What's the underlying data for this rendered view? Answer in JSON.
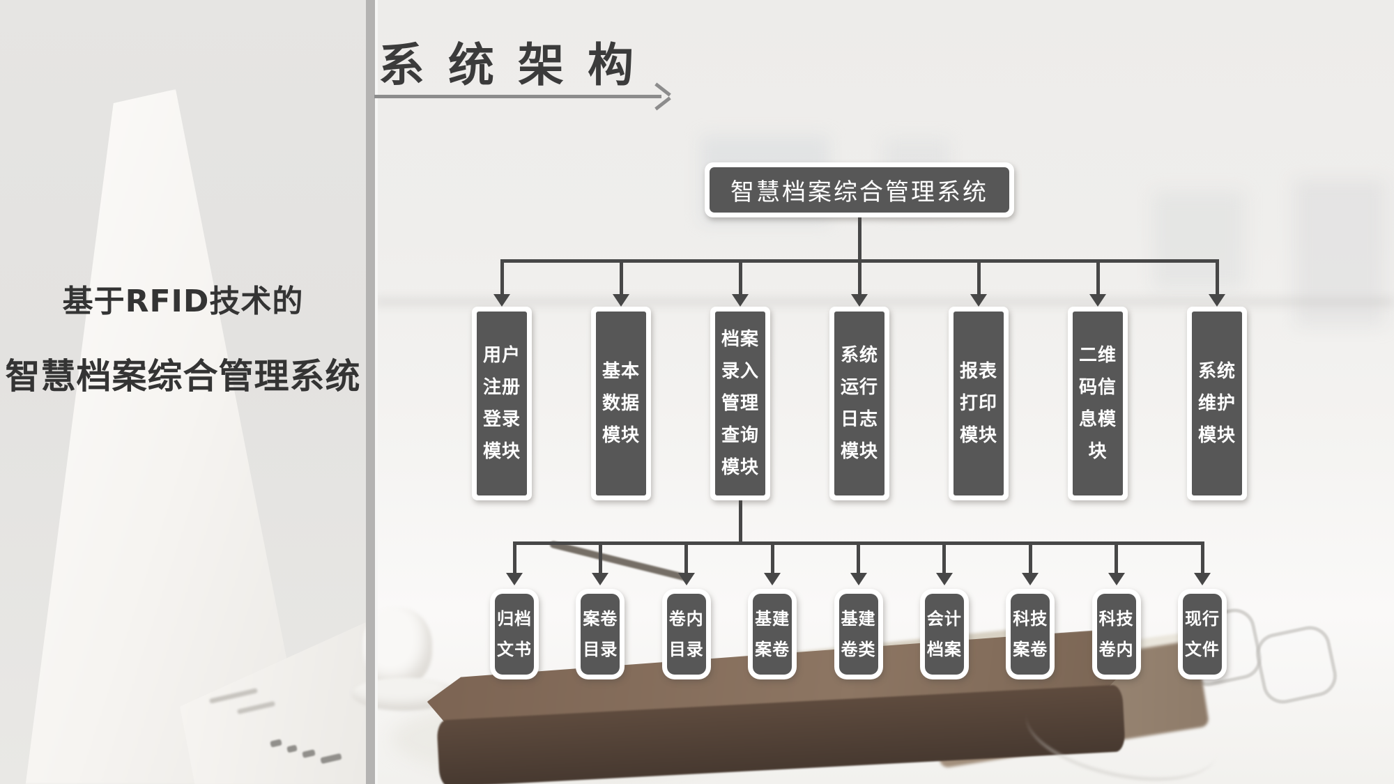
{
  "left_panel": {
    "title_line1": "基于RFID技术的",
    "title_line2": "智慧档案综合管理系统"
  },
  "header": {
    "title": "系统架构"
  },
  "diagram": {
    "root_label": "智慧档案综合管理系统",
    "level1_modules": [
      {
        "label": "用户注册登录模块"
      },
      {
        "label": "基本数据模块"
      },
      {
        "label": "档案录入管理查询模块"
      },
      {
        "label": "系统运行日志模块"
      },
      {
        "label": "报表打印模块"
      },
      {
        "label": "二维码信息模块"
      },
      {
        "label": "系统维护模块"
      }
    ],
    "level2_parent": "档案录入管理查询模块",
    "level2_modules": [
      {
        "label": "归档文书"
      },
      {
        "label": "案卷目录"
      },
      {
        "label": "卷内目录"
      },
      {
        "label": "基建案卷"
      },
      {
        "label": "基建卷类"
      },
      {
        "label": "会计档案"
      },
      {
        "label": "科技案卷"
      },
      {
        "label": "科技卷内"
      },
      {
        "label": "现行文件"
      }
    ],
    "colors": {
      "box_fill": "#575757",
      "box_frame": "#ffffff",
      "connector": "#474747",
      "title_text": "#3b3b3b",
      "arrow": "#8c8c8c"
    }
  }
}
